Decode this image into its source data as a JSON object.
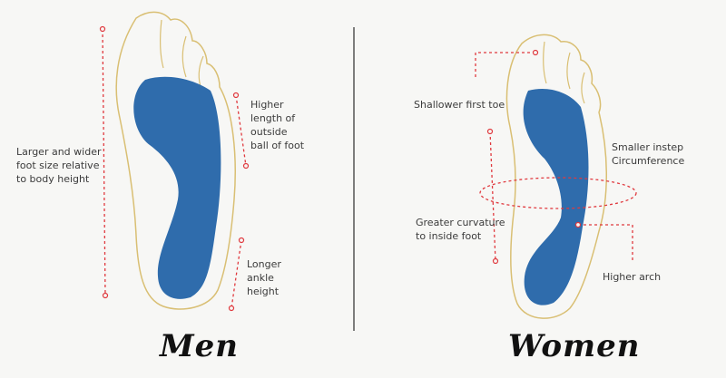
{
  "men": {
    "title": "Men",
    "labels": {
      "size": "Larger and wider\nfoot size relative\nto body height",
      "outside_ball": "Higher\nlength of\noutside\nball of foot",
      "ankle": "Longer\nankle\nheight"
    }
  },
  "women": {
    "title": "Women",
    "labels": {
      "first_toe": "Shallower first toe",
      "instep": "Smaller instep\nCircumference",
      "curvature": "Greater curvature\nto inside foot",
      "arch": "Higher arch"
    }
  },
  "colors": {
    "foot_outline": "#d9bf73",
    "insole": "#2f6cac",
    "measure_line": "#e0393e",
    "divider": "#555555"
  }
}
